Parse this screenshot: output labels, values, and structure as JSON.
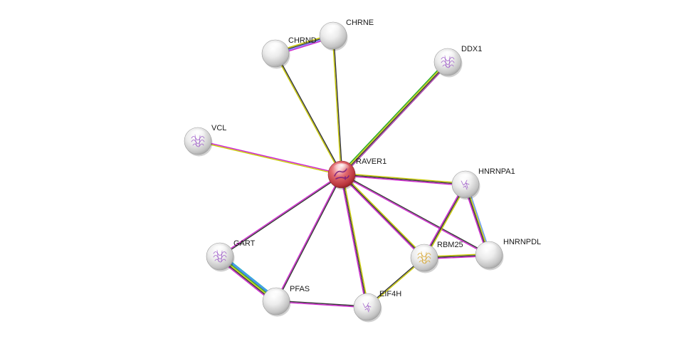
{
  "nodes": [
    {
      "id": "RAVER1",
      "label": "RAVER1",
      "query": true,
      "structure": "purple-ribbon"
    },
    {
      "id": "CHRNE",
      "label": "CHRNE",
      "query": false,
      "structure": "none"
    },
    {
      "id": "CHRND",
      "label": "CHRND",
      "query": false,
      "structure": "none"
    },
    {
      "id": "DDX1",
      "label": "DDX1",
      "query": false,
      "structure": "purple-scribble"
    },
    {
      "id": "VCL",
      "label": "VCL",
      "query": false,
      "structure": "purple-scribble"
    },
    {
      "id": "HNRNPA1",
      "label": "HNRNPA1",
      "query": false,
      "structure": "purple-sparse"
    },
    {
      "id": "HNRNPDL",
      "label": "HNRNPDL",
      "query": false,
      "structure": "none"
    },
    {
      "id": "RBM25",
      "label": "RBM25",
      "query": false,
      "structure": "yellow-scribble"
    },
    {
      "id": "GART",
      "label": "GART",
      "query": false,
      "structure": "purple-scribble"
    },
    {
      "id": "PFAS",
      "label": "PFAS",
      "query": false,
      "structure": "none"
    },
    {
      "id": "EIF4H",
      "label": "EIF4H",
      "query": false,
      "structure": "purple-sparse"
    }
  ],
  "edges": [
    {
      "source": "RAVER1",
      "target": "CHRND",
      "colors": [
        "#c8c800",
        "#333333"
      ]
    },
    {
      "source": "RAVER1",
      "target": "CHRNE",
      "colors": [
        "#c8c800",
        "#333333"
      ]
    },
    {
      "source": "RAVER1",
      "target": "DDX1",
      "colors": [
        "#22aa22",
        "#c8c800",
        "#333333",
        "#b040b0"
      ]
    },
    {
      "source": "RAVER1",
      "target": "VCL",
      "colors": [
        "#c8c800",
        "#cc22cc"
      ]
    },
    {
      "source": "RAVER1",
      "target": "HNRNPA1",
      "colors": [
        "#c8c800",
        "#333333",
        "#cc22cc"
      ]
    },
    {
      "source": "RAVER1",
      "target": "HNRNPDL",
      "colors": [
        "#333333",
        "#cc22cc"
      ]
    },
    {
      "source": "RAVER1",
      "target": "RBM25",
      "colors": [
        "#c8c800",
        "#333333",
        "#cc22cc"
      ]
    },
    {
      "source": "RAVER1",
      "target": "EIF4H",
      "colors": [
        "#c8c800",
        "#333333",
        "#cc22cc"
      ]
    },
    {
      "source": "RAVER1",
      "target": "PFAS",
      "colors": [
        "#333333",
        "#cc22cc"
      ]
    },
    {
      "source": "RAVER1",
      "target": "GART",
      "colors": [
        "#333333",
        "#cc22cc"
      ]
    },
    {
      "source": "CHRND",
      "target": "CHRNE",
      "colors": [
        "#c8c800",
        "#333333",
        "#7070ff",
        "#cc22cc"
      ]
    },
    {
      "source": "HNRNPA1",
      "target": "HNRNPDL",
      "colors": [
        "#6699ff",
        "#c8c800",
        "#333333",
        "#cc22cc"
      ]
    },
    {
      "source": "HNRNPA1",
      "target": "RBM25",
      "colors": [
        "#c8c800",
        "#333333",
        "#cc22cc"
      ]
    },
    {
      "source": "RBM25",
      "target": "HNRNPDL",
      "colors": [
        "#c8c800",
        "#333333",
        "#cc22cc"
      ]
    },
    {
      "source": "RBM25",
      "target": "EIF4H",
      "colors": [
        "#c8c800",
        "#333333"
      ]
    },
    {
      "source": "GART",
      "target": "PFAS",
      "colors": [
        "#22aacc",
        "#3366ff",
        "#22aa22",
        "#c8c800",
        "#333333",
        "#cc22cc"
      ]
    },
    {
      "source": "PFAS",
      "target": "EIF4H",
      "colors": [
        "#333333",
        "#cc22cc"
      ]
    }
  ],
  "colors": {
    "query_node": "#d9535a",
    "neighbor_node": "#e6e6e6",
    "label": "#1a1a1a",
    "background": "#ffffff"
  }
}
